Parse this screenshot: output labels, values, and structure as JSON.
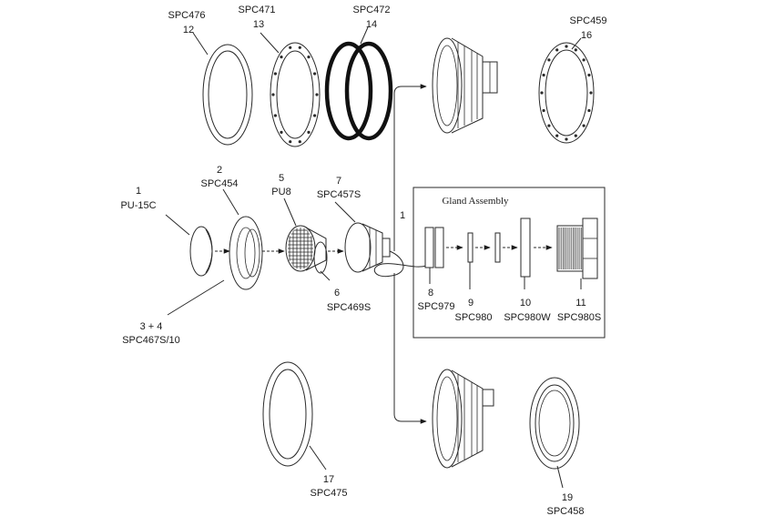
{
  "parts": [
    {
      "num": "12",
      "code": "SPC476"
    },
    {
      "num": "13",
      "code": "SPC471"
    },
    {
      "num": "14",
      "code": "SPC472"
    },
    {
      "num": "16",
      "code": "SPC459"
    },
    {
      "num": "1",
      "code": "PU-15C"
    },
    {
      "num": "2",
      "code": "SPC454"
    },
    {
      "num": "5",
      "code": "PU8"
    },
    {
      "num": "7",
      "code": "SPC457S"
    },
    {
      "num": "6",
      "code": "SPC469S"
    },
    {
      "num": "3 + 4",
      "code": "SPC467S/10"
    },
    {
      "num": "8",
      "code": "SPC979"
    },
    {
      "num": "9",
      "code": "SPC980"
    },
    {
      "num": "10",
      "code": "SPC980W"
    },
    {
      "num": "11",
      "code": "SPC980S"
    },
    {
      "num": "17",
      "code": "SPC475"
    },
    {
      "num": "19",
      "code": "SPC458"
    }
  ],
  "gland_title": "Gland Assembly",
  "cord_label": "1"
}
